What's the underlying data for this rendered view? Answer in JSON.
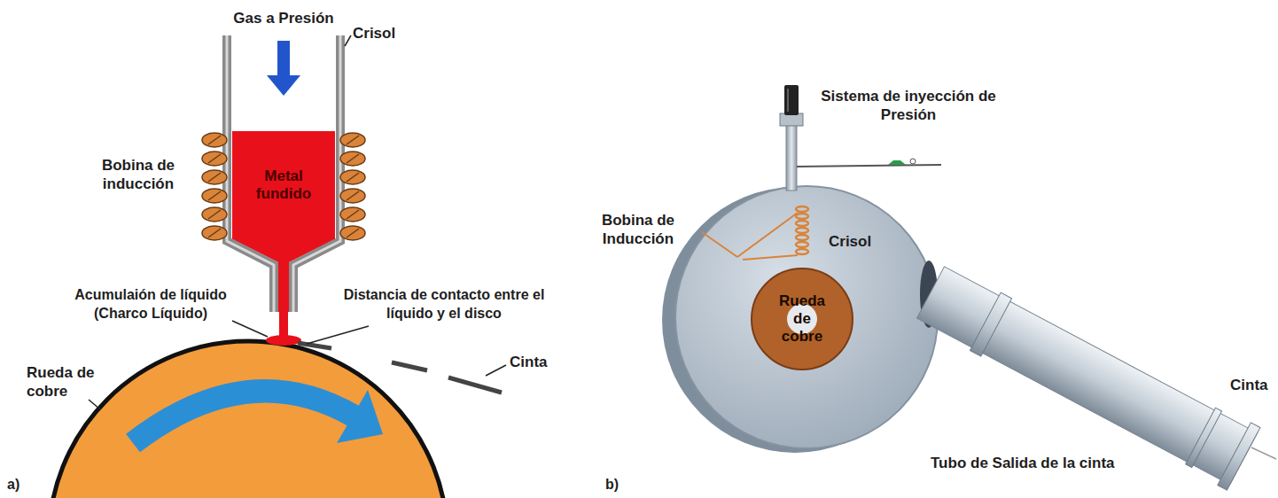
{
  "diagram": {
    "nodes": [
      {
        "text": [
          "Metal fundido"
        ]
      },
      {
        "text": [
          "Rueda de cobre"
        ]
      }
    ],
    "labels": [
      "Gas a Presión",
      "Crisol",
      "Bobina de inducción",
      "Acumulaión de líquido (Charco Líquido)",
      "Distancia de contacto entre el líquido y el disco",
      "Rueda de cobre",
      "Cinta",
      "a)",
      "Sistema de inyección de Presión",
      "Bobina de Inducción",
      "Crisol",
      "Cinta",
      "Tubo de Salida de la cinta",
      "b)"
    ]
  }
}
